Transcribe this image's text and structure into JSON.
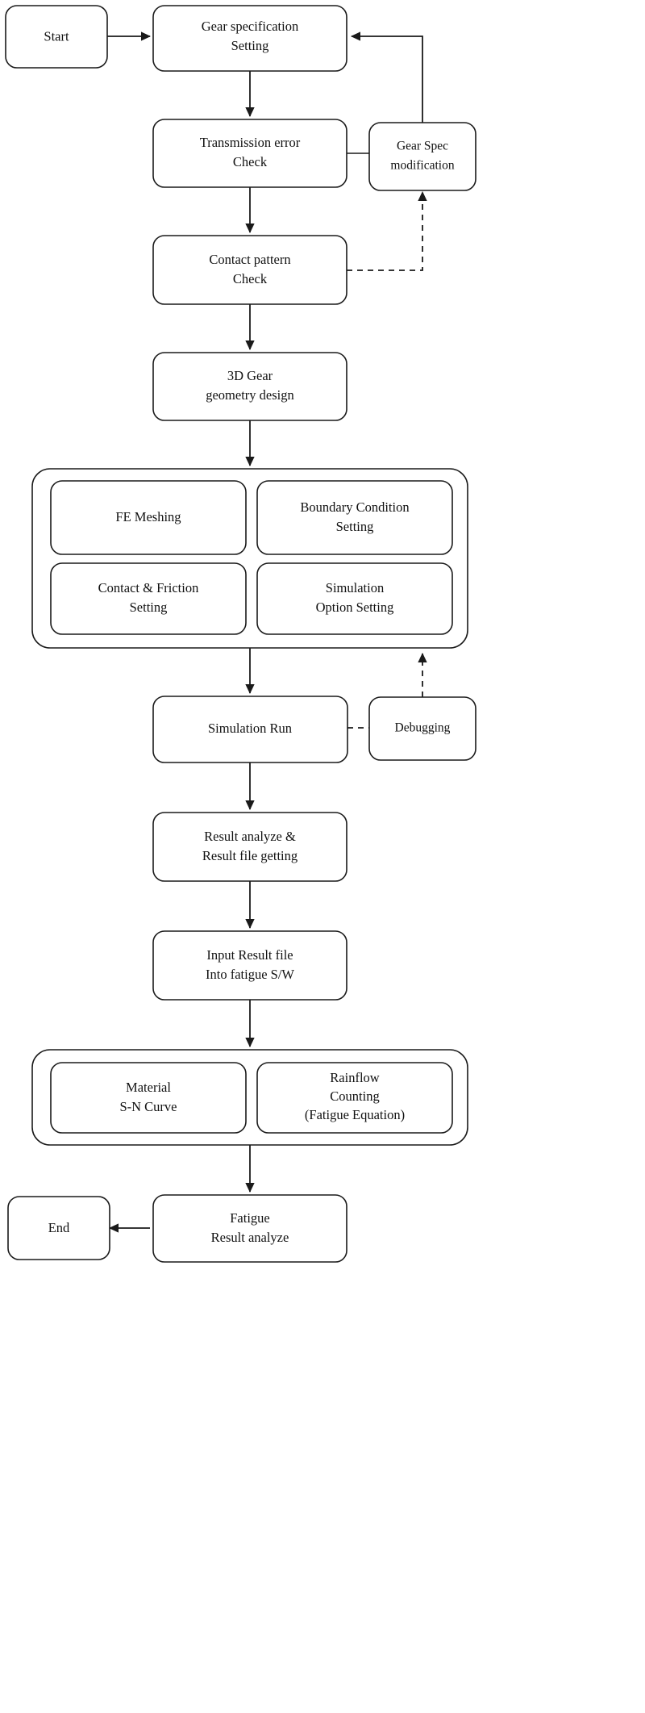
{
  "diagram": {
    "title": "Gear fatigue simulation workflow flowchart",
    "stroke_color": "#1a1a1a",
    "fill_color": "#ffffff",
    "text_color": "#111111"
  },
  "nodes": {
    "start": {
      "label": "Start"
    },
    "gear_spec_setting": {
      "line1": "Gear specification",
      "line2": "Setting"
    },
    "transmission_error_check": {
      "line1": "Transmission error",
      "line2": "Check"
    },
    "gear_spec_modification": {
      "line1": "Gear Spec",
      "line2": "modification"
    },
    "contact_pattern_check": {
      "line1": "Contact pattern",
      "line2": "Check"
    },
    "gear_geometry_design": {
      "line1": "3D Gear",
      "line2": "geometry design"
    },
    "fe_meshing": {
      "line1": "FE Meshing",
      "line2": ""
    },
    "boundary_condition": {
      "line1": "Boundary Condition",
      "line2": "Setting"
    },
    "contact_friction": {
      "line1": "Contact & Friction",
      "line2": "Setting"
    },
    "simulation_option": {
      "line1": "Simulation",
      "line2": "Option Setting"
    },
    "simulation_run": {
      "line1": "Simulation Run",
      "line2": ""
    },
    "debugging": {
      "line1": "Debugging",
      "line2": ""
    },
    "result_analyze": {
      "line1": "Result analyze &",
      "line2": "Result file getting"
    },
    "input_result_file": {
      "line1": "Input Result file",
      "line2": "Into fatigue S/W"
    },
    "material_sn_curve": {
      "line1": "Material",
      "line2": "S-N Curve",
      "line3": ""
    },
    "rainflow_counting": {
      "line1": "Rainflow",
      "line2": "Counting",
      "line3": "(Fatigue Equation)"
    },
    "fatigue_result_analyze": {
      "line1": "Fatigue",
      "line2": "Result analyze"
    },
    "end": {
      "label": "End"
    }
  },
  "connections": [
    {
      "name": "start-to-gear-spec",
      "style": "solid",
      "arrow": true
    },
    {
      "name": "gear-spec-to-transmission",
      "style": "solid",
      "arrow": true
    },
    {
      "name": "transmission-to-modification",
      "style": "plain",
      "arrow": false
    },
    {
      "name": "modification-to-gear-spec",
      "style": "solid",
      "arrow": true
    },
    {
      "name": "transmission-to-contact-pattern",
      "style": "solid",
      "arrow": true
    },
    {
      "name": "contact-pattern-to-modification",
      "style": "dashed",
      "arrow": true
    },
    {
      "name": "contact-pattern-to-geometry",
      "style": "solid",
      "arrow": true
    },
    {
      "name": "geometry-to-presim-group",
      "style": "solid",
      "arrow": true
    },
    {
      "name": "presim-group-to-simulation-run",
      "style": "solid",
      "arrow": true
    },
    {
      "name": "simulation-run-to-debugging",
      "style": "dashed",
      "arrow": false
    },
    {
      "name": "debugging-to-presim-group",
      "style": "dashed",
      "arrow": true
    },
    {
      "name": "simulation-run-to-result-analyze",
      "style": "solid",
      "arrow": true
    },
    {
      "name": "result-analyze-to-input-result",
      "style": "solid",
      "arrow": true
    },
    {
      "name": "input-result-to-fatigue-group",
      "style": "solid",
      "arrow": true
    },
    {
      "name": "fatigue-group-to-fatigue-result",
      "style": "solid",
      "arrow": true
    },
    {
      "name": "fatigue-result-to-end",
      "style": "solid",
      "arrow": true
    }
  ]
}
